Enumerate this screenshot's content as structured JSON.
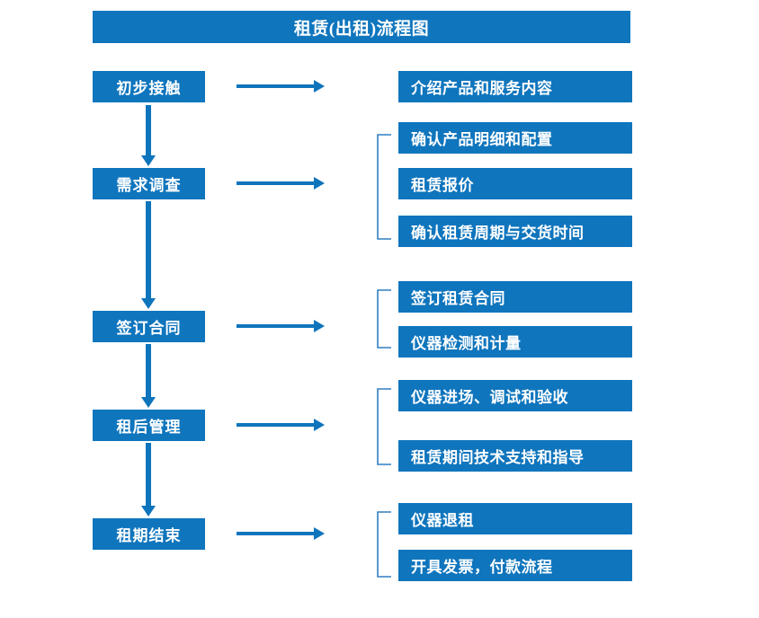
{
  "title": "租赁(出租)流程图",
  "colors": {
    "accent": "#0f75bd",
    "box_fill": "#0f75bd",
    "text_on_box": "#ffffff",
    "arrow": "#0e74bc",
    "bracket": "#2f7fc1",
    "background": "#ffffff"
  },
  "stages": [
    {
      "label": "初步接触"
    },
    {
      "label": "需求调查"
    },
    {
      "label": "签订合同"
    },
    {
      "label": "租后管理"
    },
    {
      "label": "租期结束"
    }
  ],
  "details": [
    {
      "label": "介绍产品和服务内容"
    },
    {
      "label": "确认产品明细和配置"
    },
    {
      "label": "租赁报价"
    },
    {
      "label": "确认租赁周期与交货时间"
    },
    {
      "label": "签订租赁合同"
    },
    {
      "label": "仪器检测和计量"
    },
    {
      "label": "仪器进场、调试和验收"
    },
    {
      "label": "租赁期间技术支持和指导"
    },
    {
      "label": "仪器退租"
    },
    {
      "label": "开具发票，付款流程"
    }
  ],
  "connectors": {
    "right_arrow_count": 5,
    "down_arrow_count": 4,
    "bracket_count": 4
  }
}
